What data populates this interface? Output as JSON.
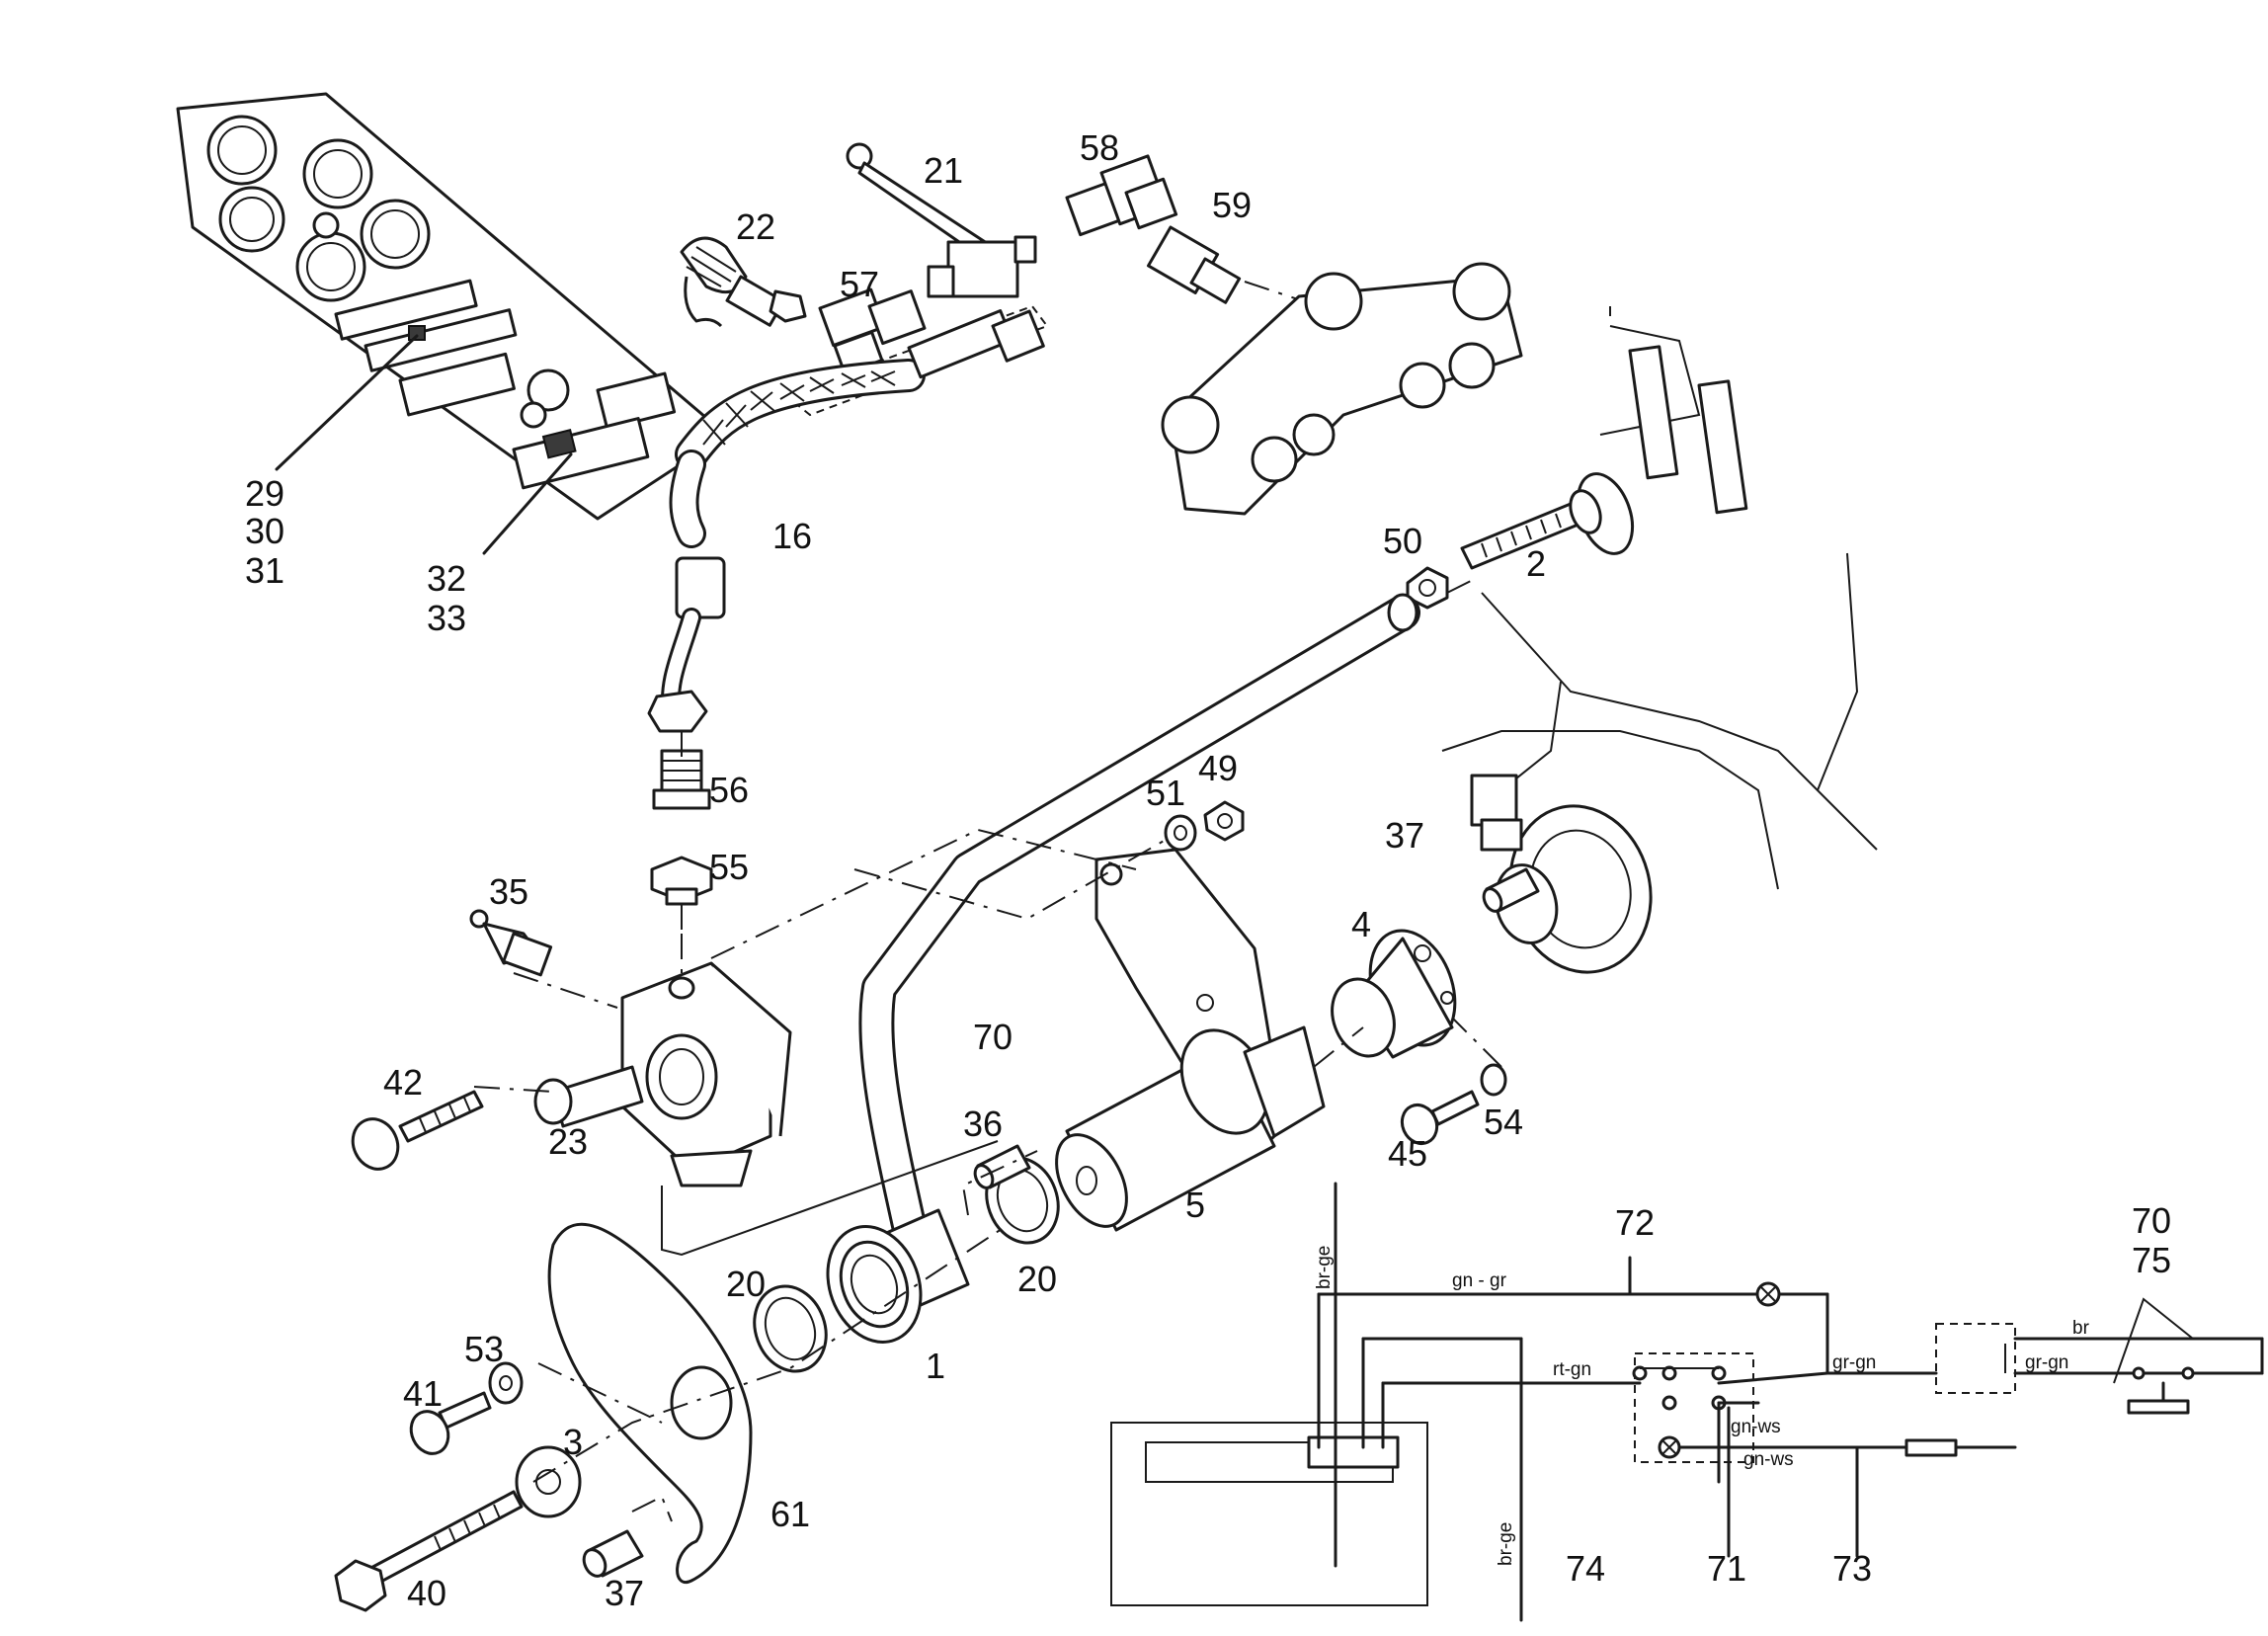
{
  "callouts": {
    "c29": "29",
    "c30": "30",
    "c31": "31",
    "c32": "32",
    "c33": "33",
    "c22": "22",
    "c21": "21",
    "c57": "57",
    "c58": "58",
    "c59": "59",
    "c16": "16",
    "c50": "50",
    "c2": "2",
    "c56": "56",
    "c55": "55",
    "c35": "35",
    "c51": "51",
    "c49": "49",
    "c37a": "37",
    "c4": "4",
    "c42": "42",
    "c70a": "70",
    "c23": "23",
    "c36": "36",
    "c5": "5",
    "c45": "45",
    "c54": "54",
    "c20a": "20",
    "c20b": "20",
    "c1": "1",
    "c53": "53",
    "c41": "41",
    "c3": "3",
    "c61": "61",
    "c40": "40",
    "c37b": "37",
    "c72": "72",
    "c70b": "70",
    "c75": "75",
    "c74": "74",
    "c71": "71",
    "c73": "73"
  },
  "wiring": {
    "br_ge_top": "br-ge",
    "gn_gr": "gn - gr",
    "rt_gn": "rt-gn",
    "gr_gn_a": "gr-gn",
    "gr_gn_b": "gr-gn",
    "br": "br",
    "gn_ws_a": "gn-ws",
    "gn_ws_b": "gn-ws",
    "br_ge_bottom": "br-ge"
  }
}
